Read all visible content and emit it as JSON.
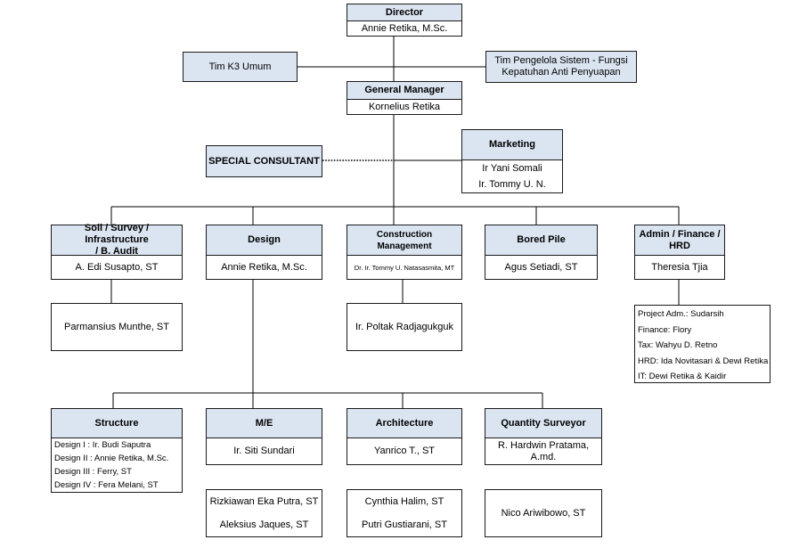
{
  "director": {
    "title": "Director",
    "name": "Annie Retika, M.Sc."
  },
  "tim_k3": "Tim K3 Umum",
  "tim_pengelola": {
    "line1": "Tim Pengelola Sistem - Fungsi",
    "line2": "Kepatuhan Anti Penyuapan"
  },
  "general_manager": {
    "title": "General Manager",
    "name": "Kornelius Retika"
  },
  "special_consultant": "SPECIAL CONSULTANT",
  "marketing": {
    "title": "Marketing",
    "names": [
      "Ir Yani Somali",
      "Ir. Tommy U. N."
    ]
  },
  "departments": {
    "soil": {
      "title_line1": "Soil / Survey / Infrastructure",
      "title_line2": "/ B. Audit",
      "head": "A. Edi Susapto, ST",
      "staff": "Parmansius Munthe, ST"
    },
    "design": {
      "title": "Design",
      "head": "Annie Retika, M.Sc."
    },
    "construction": {
      "title": "Construction Management",
      "head": "Dr. Ir. Tommy U. Natasasmita, MT",
      "staff": "Ir. Poltak Radjagukguk"
    },
    "bored_pile": {
      "title": "Bored Pile",
      "head": "Agus Setiadi, ST"
    },
    "admin": {
      "title_line1": "Admin / Finance /",
      "title_line2": "HRD",
      "head": "Theresia Tjia",
      "staff": [
        "Project Adm.: Sudarsih",
        "Finance: Flory",
        "Tax: Wahyu D. Retno",
        "HRD: Ida Novitasari & Dewi Retika",
        "IT: Dewi Retika & Kaidir"
      ]
    }
  },
  "design_units": {
    "structure": {
      "title": "Structure",
      "members": [
        "Design I :  Ir. Budi Saputra",
        "Design II : Annie Retika, M.Sc.",
        "Design III : Ferry, ST",
        "Design IV : Fera Melani, ST"
      ]
    },
    "me": {
      "title": "M/E",
      "head": "Ir. Siti Sundari",
      "staff": [
        "Rizkiawan Eka Putra, ST",
        "Aleksius Jaques, ST"
      ]
    },
    "architecture": {
      "title": "Architecture",
      "head": "Yanrico T., ST",
      "staff": [
        "Cynthia Halim, ST",
        "Putri Gustiarani, ST"
      ]
    },
    "quantity_surveyor": {
      "title": "Quantity Surveyor",
      "head": "R. Hardwin Pratama, A.md.",
      "staff": [
        "Nico Ariwibowo, ST"
      ]
    }
  },
  "colors": {
    "header_fill": "#dbe5f1",
    "border": "#1a1a1a",
    "line": "#000000"
  }
}
